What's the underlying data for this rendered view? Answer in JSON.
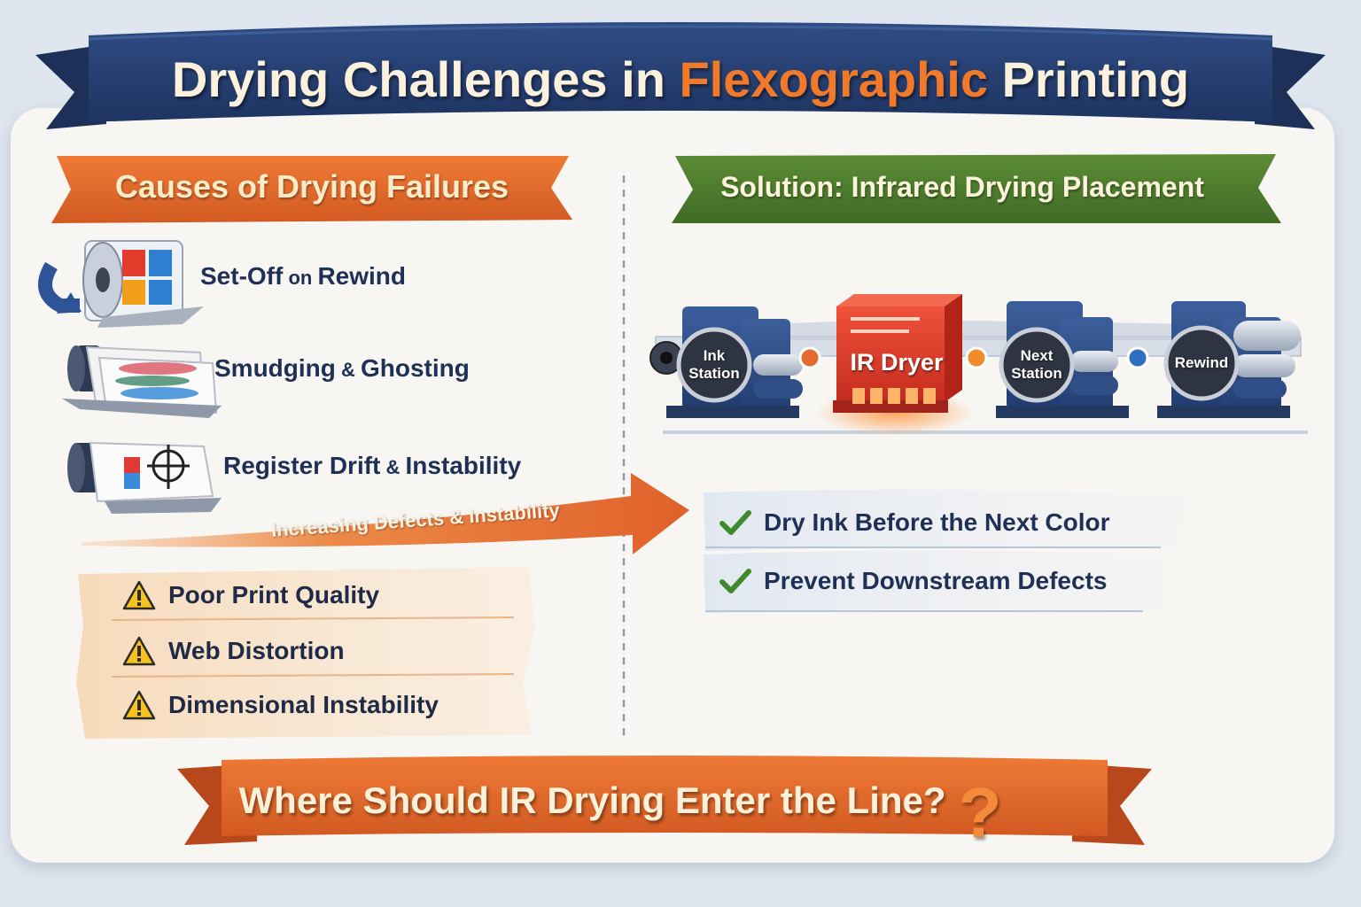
{
  "title": {
    "prefix": "Drying Challenges in ",
    "accent": "Flexographic",
    "suffix": " Printing"
  },
  "left_panel": {
    "heading": "Causes of Drying Failures",
    "causes": [
      {
        "main1": "Set-Off",
        "joiner": " on ",
        "main2": "Rewind",
        "icon": "rewind-roll-icon"
      },
      {
        "main1": "Smudging",
        "joiner": " & ",
        "main2": "Ghosting",
        "icon": "smudge-roll-icon"
      },
      {
        "main1": "Register Drift",
        "joiner": " & ",
        "main2": "Instability",
        "icon": "register-target-icon"
      }
    ],
    "arrow_label": "Increasing Defects & Instability",
    "defects": [
      {
        "label": "Poor Print Quality",
        "icon": "warning-icon"
      },
      {
        "label": "Web Distortion",
        "icon": "warning-icon"
      },
      {
        "label": "Dimensional Instability",
        "icon": "warning-icon"
      }
    ]
  },
  "right_panel": {
    "heading": "Solution: Infrared Drying Placement",
    "stations": [
      {
        "line1": "Ink",
        "line2": "Station"
      },
      {
        "line1": "Next",
        "line2": "Station"
      },
      {
        "line1": "Rewind",
        "line2": ""
      }
    ],
    "dryer_label": "IR Dryer",
    "solutions": [
      {
        "label": "Dry Ink Before the Next Color",
        "icon": "check-icon"
      },
      {
        "label": "Prevent Downstream Defects",
        "icon": "check-icon"
      }
    ]
  },
  "question": {
    "text": "Where Should IR Drying Enter the Line?",
    "mark": "?"
  },
  "colors": {
    "navy": "#253d6e",
    "orange": "#e0662a",
    "green": "#4f7c2e",
    "warning_yellow": "#f6c21c",
    "check_green": "#3f8a2c",
    "dryer_red": "#e03a2a"
  }
}
